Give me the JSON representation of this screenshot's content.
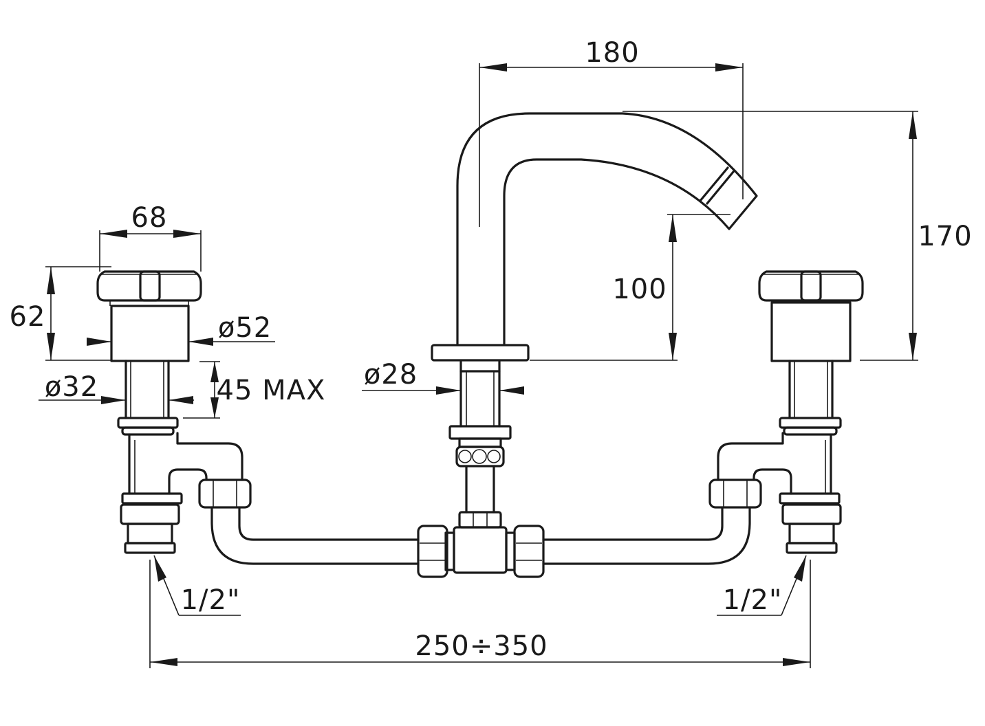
{
  "dimensions": {
    "spout_reach": "180",
    "total_height": "170",
    "spout_height": "100",
    "handle_width": "68",
    "handle_height": "62",
    "handle_diameter": "ø52",
    "handle_shank_diameter": "ø32",
    "max_deck_thickness": "45 MAX",
    "spout_shank_diameter": "ø28",
    "inlet_left": "1/2\"",
    "inlet_right": "1/2\"",
    "center_distance": "250÷350"
  },
  "colors": {
    "line": "#1a1a1a",
    "background": "#ffffff"
  }
}
